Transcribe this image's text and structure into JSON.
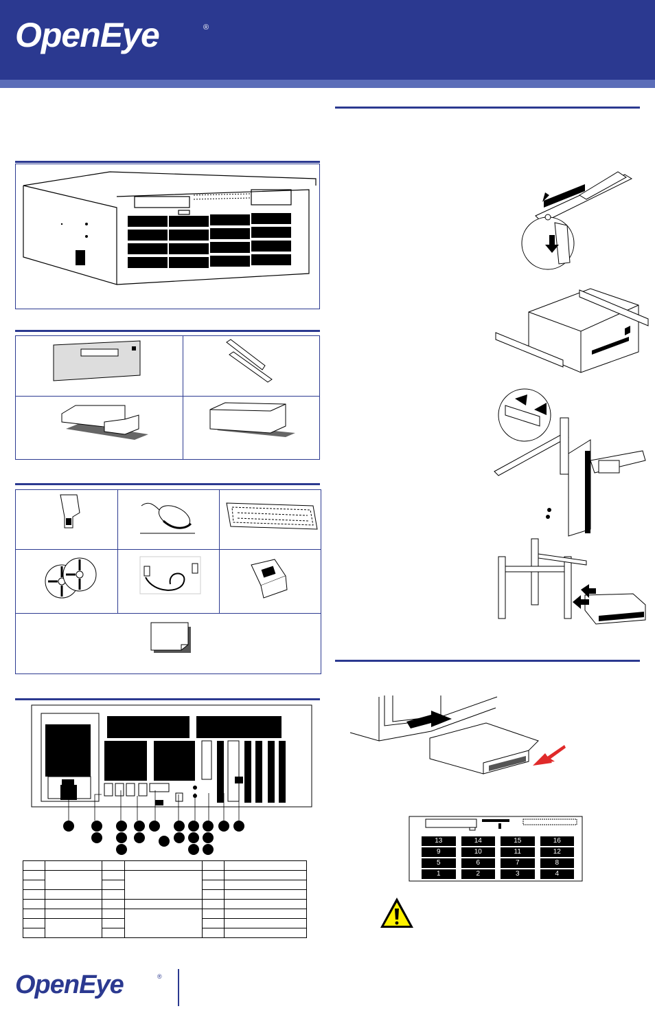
{
  "header": {
    "logo": "OpenEye",
    "registered": "®",
    "color_primary": "#2b3990",
    "color_strip": "#5b6db8"
  },
  "rear_panel": {
    "table": {
      "rows": [
        [
          "",
          "",
          "",
          "",
          "",
          ""
        ],
        [
          "",
          "",
          "",
          "",
          "",
          ""
        ],
        [
          "",
          "",
          "",
          "",
          "",
          ""
        ],
        [
          "",
          "",
          "",
          "",
          "",
          ""
        ],
        [
          "",
          "",
          "",
          "",
          "",
          ""
        ],
        [
          "",
          "",
          "",
          "",
          "",
          ""
        ],
        [
          "",
          "",
          "",
          "",
          "",
          ""
        ],
        [
          "",
          "",
          "",
          "",
          "",
          ""
        ]
      ]
    }
  },
  "drive_bays": {
    "labels": [
      "13",
      "14",
      "15",
      "16",
      "9",
      "10",
      "11",
      "12",
      "5",
      "6",
      "7",
      "8",
      "1",
      "2",
      "3",
      "4"
    ]
  },
  "footer": {
    "logo": "OpenEye",
    "registered": "®"
  }
}
